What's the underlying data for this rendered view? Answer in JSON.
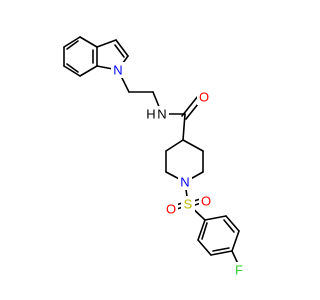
{
  "atoms": {
    "indole_n": {
      "label": "N",
      "color": "#0000FF"
    },
    "amide_n": {
      "label": "N",
      "color": "#000000"
    },
    "amide_h": {
      "label": "H",
      "color": "#000000"
    },
    "carbonyl_o": {
      "label": "O",
      "color": "#FF0000"
    },
    "piperidine_n": {
      "label": "N",
      "color": "#0000FF"
    },
    "sulfur": {
      "label": "S",
      "color": "#B8B800"
    },
    "sulfonyl_o_left": {
      "label": "O",
      "color": "#FF0000"
    },
    "sulfonyl_o_right": {
      "label": "O",
      "color": "#FF0000"
    },
    "fluorine": {
      "label": "F",
      "color": "#33CC33"
    }
  }
}
